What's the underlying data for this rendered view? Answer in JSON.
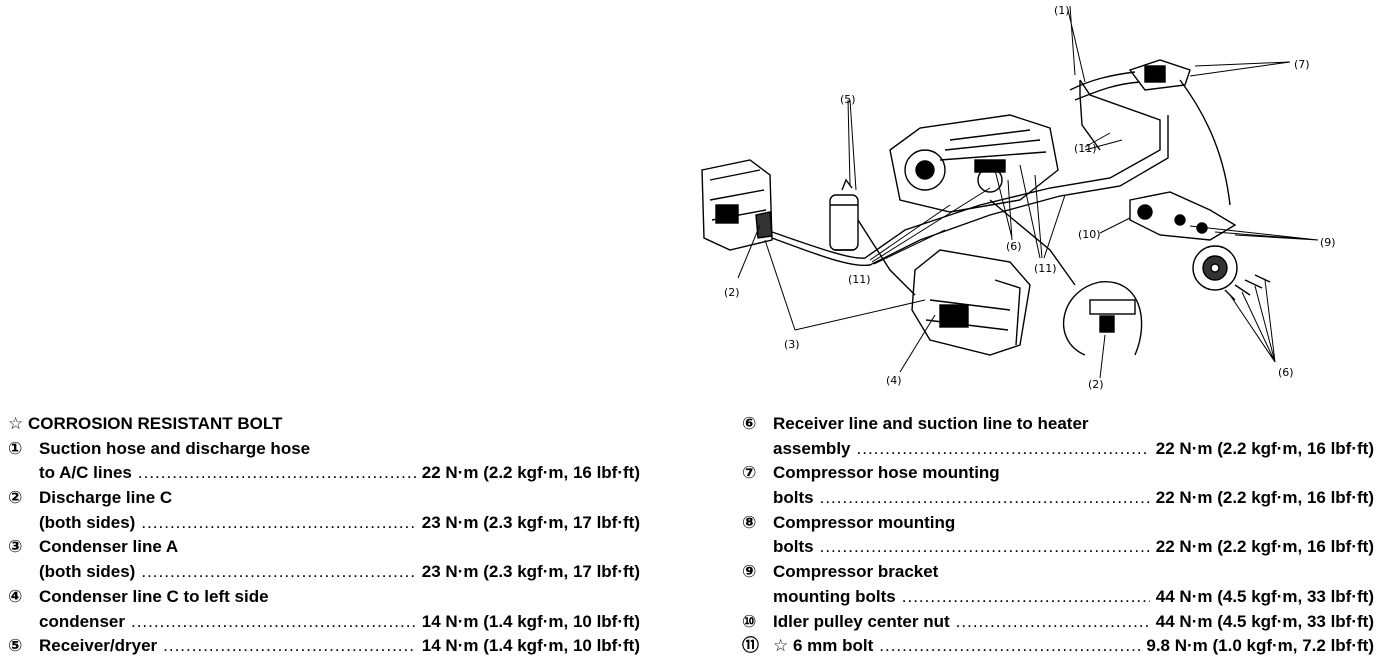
{
  "diagram": {
    "callouts": [
      "(1)",
      "(7)",
      "(5)",
      "(11)",
      "(11)",
      "(6)",
      "(11)",
      "(10)",
      "(9)",
      "(2)",
      "(3)",
      "(4)",
      "(2)",
      "(6)"
    ]
  },
  "legend_header": "☆ CORROSION RESISTANT BOLT",
  "left_items": [
    {
      "num": "①",
      "line1": "Suction hose and discharge hose",
      "line2": "to A/C lines",
      "torque": "22 N·m (2.2 kgf·m, 16 lbf·ft)"
    },
    {
      "num": "②",
      "line1": "Discharge line C",
      "line2": "(both sides)",
      "torque": "23 N·m (2.3 kgf·m, 17 lbf·ft)"
    },
    {
      "num": "③",
      "line1": "Condenser line A",
      "line2": "(both sides)",
      "torque": "23 N·m (2.3 kgf·m, 17 lbf·ft)"
    },
    {
      "num": "④",
      "line1": "Condenser line C to left side",
      "line2": "condenser",
      "torque": "14 N·m (1.4 kgf·m, 10 lbf·ft)"
    },
    {
      "num": "⑤",
      "line1": "Receiver/dryer",
      "torque": "14 N·m (1.4 kgf·m, 10 lbf·ft)"
    }
  ],
  "right_items": [
    {
      "num": "⑥",
      "line1": "Receiver line and suction line to heater",
      "line2": "assembly",
      "torque": "22 N·m (2.2 kgf·m, 16 lbf·ft)"
    },
    {
      "num": "⑦",
      "line1": "Compressor hose mounting",
      "line2": "bolts",
      "torque": "22 N·m (2.2 kgf·m, 16 lbf·ft)"
    },
    {
      "num": "⑧",
      "line1": "Compressor mounting",
      "line2": "bolts",
      "torque": "22 N·m (2.2 kgf·m, 16 lbf·ft)"
    },
    {
      "num": "⑨",
      "line1": "Compressor bracket",
      "line2": "mounting bolts",
      "torque": "44 N·m (4.5 kgf·m, 33 lbf·ft)"
    },
    {
      "num": "⑩",
      "line1": "Idler pulley center nut",
      "torque": "44 N·m (4.5 kgf·m, 33 lbf·ft)"
    },
    {
      "num": "⑪",
      "line1": "☆  6 mm bolt",
      "torque": "9.8 N·m (1.0 kgf·m, 7.2 lbf·ft)"
    }
  ]
}
